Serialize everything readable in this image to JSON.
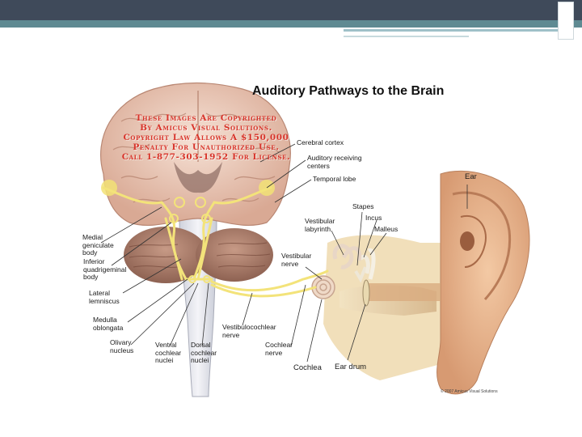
{
  "title": "Auditory Pathways to the Brain",
  "watermark": {
    "lines": [
      "These Images Are Copyrighted",
      "By Amicus Visual Solutions.",
      "Copyright Law Allows A $150,000",
      "Penalty For Unauthorized Use.",
      "Call 1-877-303-1952 For License."
    ]
  },
  "labels": {
    "cerebral_cortex": "Cerebral cortex",
    "auditory_receiving_centers": "Auditory receiving\ncenters",
    "temporal_lobe": "Temporal lobe",
    "ear": "Ear",
    "stapes": "Stapes",
    "incus": "Incus",
    "malleus": "Malleus",
    "vestibular_labyrinth": "Vestibular\nlabyrinth",
    "vestibular_nerve": "Vestibular\nnerve",
    "medial_geniculate_body": "Medial\ngeniculate\nbody",
    "inferior_quadrigeminal_body": "Inferior\nquadrigeminal\nbody",
    "lateral_lemniscus": "Lateral\nlemniscus",
    "medulla_oblongata": "Medulla\noblongata",
    "olivary_nucleus": "Olivary\nnucleus",
    "ventral_cochlear_nuclei": "Ventral\ncochlear\nnuclei",
    "dorsal_cochlear_nuclei": "Dorsal\ncochlear\nnuclei",
    "vestibulocochlear_nerve": "Vestibulocochlear\nnerve",
    "cochlear_nerve": "Cochlear\nnerve",
    "cochlea": "Cochlea",
    "ear_drum": "Ear drum"
  },
  "credit": "© 2007 Amicus Visual Solutions",
  "colors": {
    "header_dark": "#3f4a5a",
    "header_teal": "#5f8a92",
    "pathway_yellow": "#f3e37a",
    "brain_pink": "#e9c8b8",
    "watermark_red": "#d8352b"
  }
}
